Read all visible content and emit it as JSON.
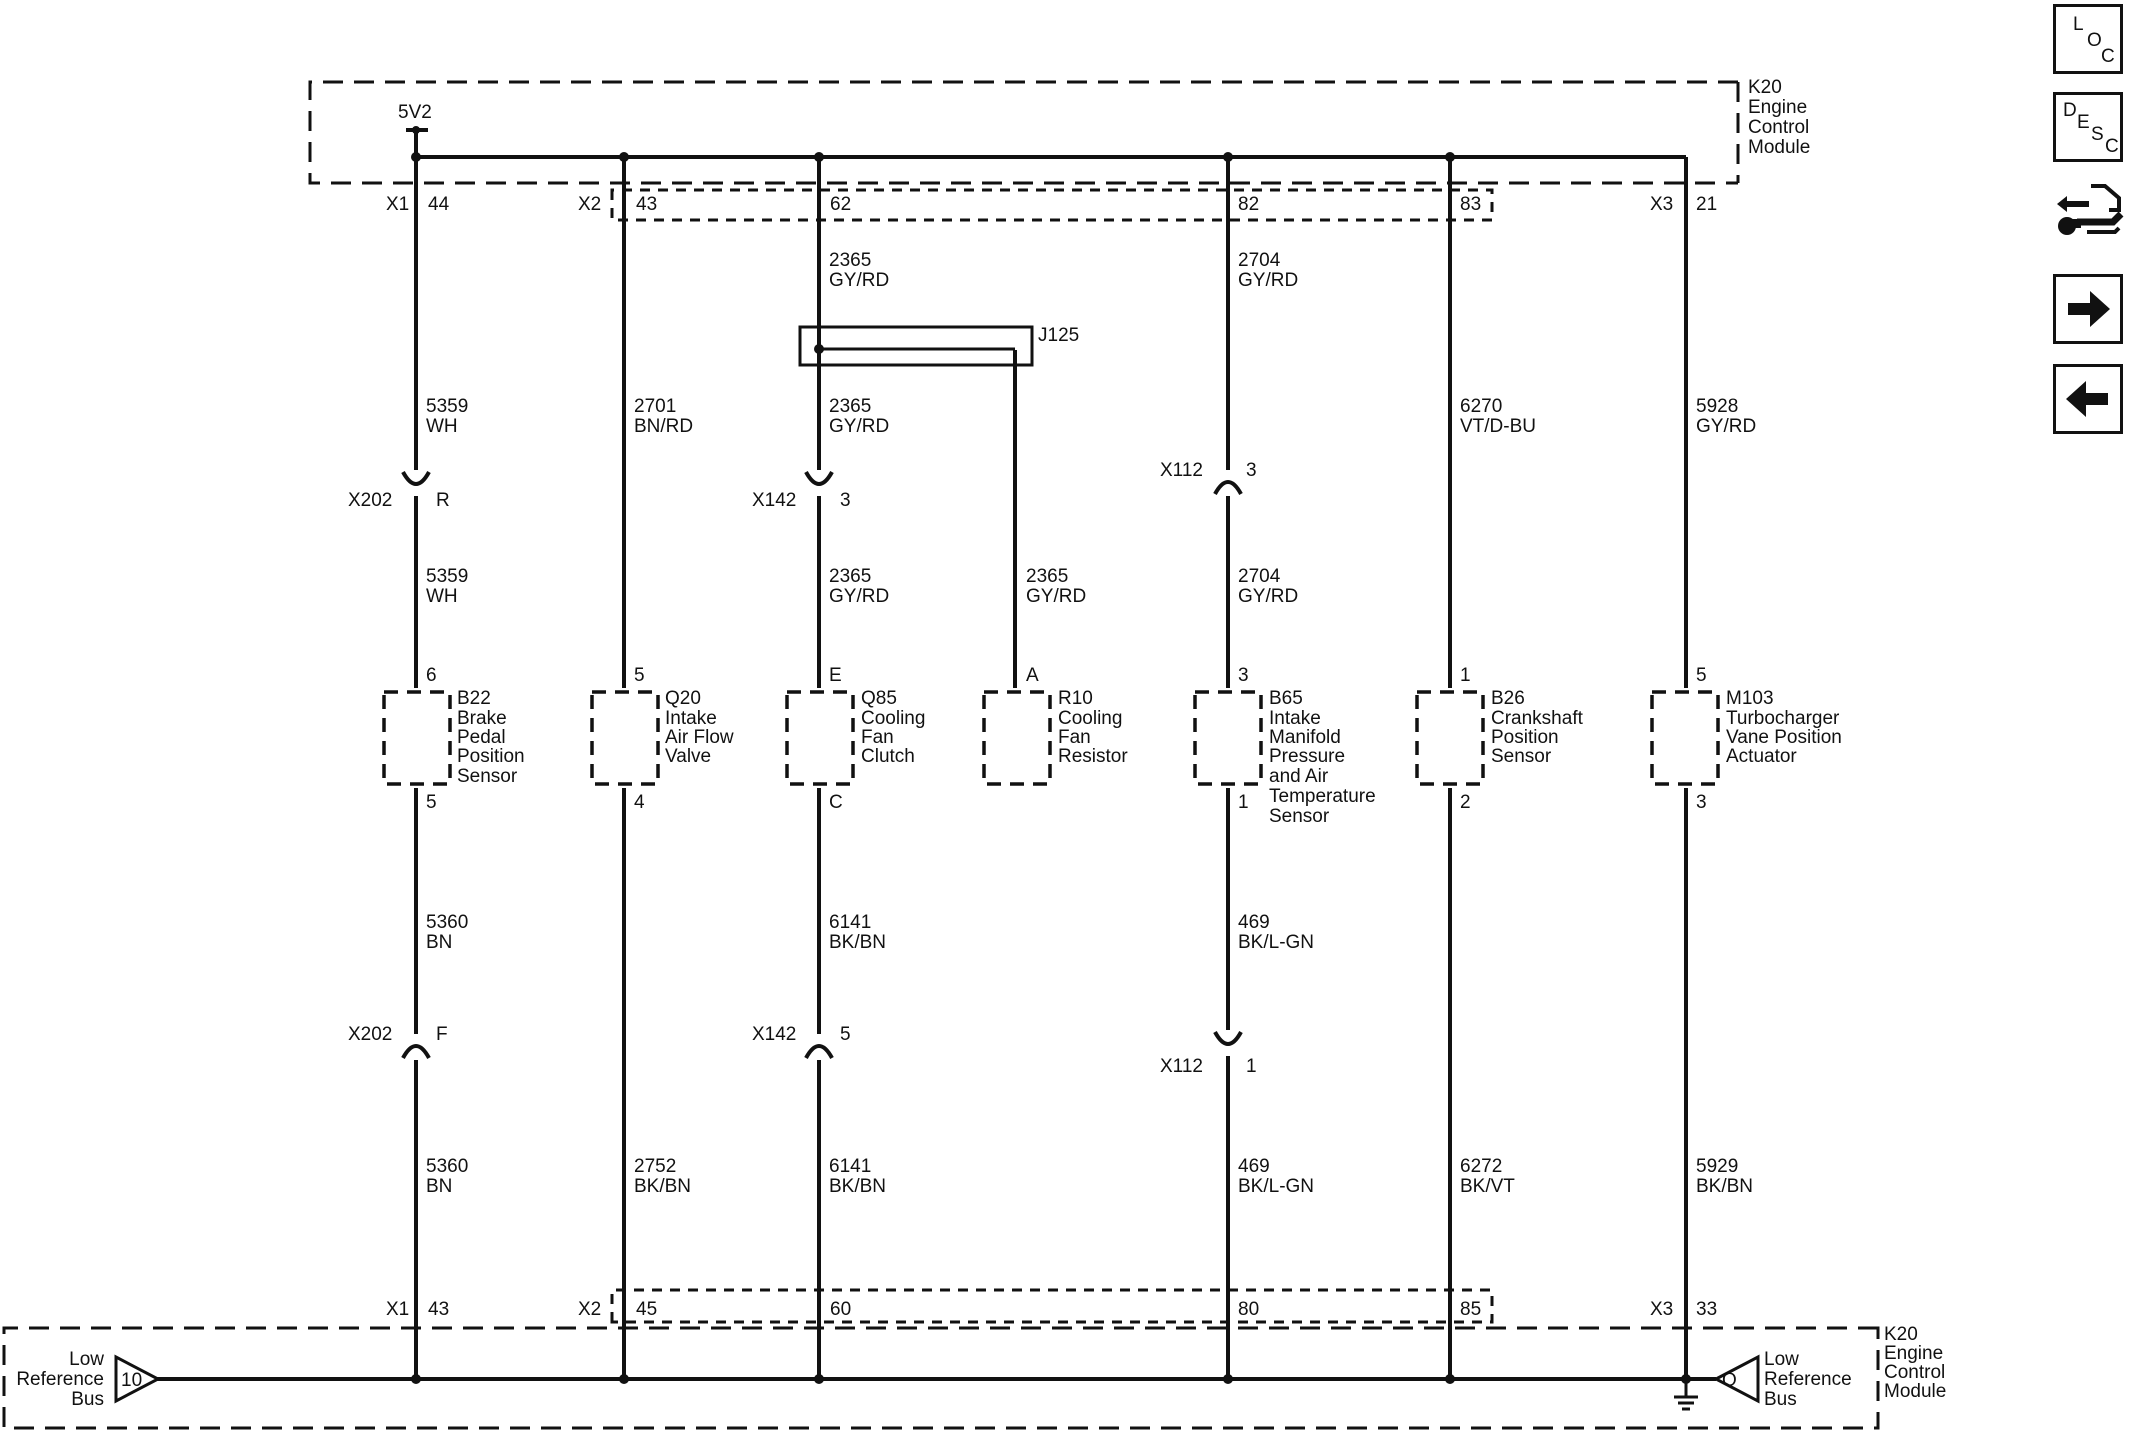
{
  "module": {
    "ref": "K20",
    "name_lines": [
      "Engine",
      "Control",
      "Module"
    ],
    "supply": "5V2",
    "top_connectors": [
      {
        "conn": "X1",
        "pin": "44"
      },
      {
        "conn": "X2",
        "pin": "43"
      },
      {
        "conn": "",
        "pin": "62"
      },
      {
        "conn": "",
        "pin": "82"
      },
      {
        "conn": "",
        "pin": "83"
      },
      {
        "conn": "X3",
        "pin": "21"
      }
    ],
    "bottom_connectors": [
      {
        "conn": "X1",
        "pin": "43"
      },
      {
        "conn": "X2",
        "pin": "45"
      },
      {
        "conn": "",
        "pin": "60"
      },
      {
        "conn": "",
        "pin": "80"
      },
      {
        "conn": "",
        "pin": "85"
      },
      {
        "conn": "X3",
        "pin": "33"
      }
    ],
    "low_ref_left": {
      "lines": [
        "Low",
        "Reference",
        "Bus"
      ],
      "pin": "10"
    },
    "low_ref_right": {
      "lines": [
        "Low",
        "Reference",
        "Bus"
      ],
      "pin": "O"
    }
  },
  "splice": {
    "ref": "J125"
  },
  "wires": [
    {
      "id": "w5359a",
      "circuit": "5359",
      "color": "WH"
    },
    {
      "id": "w5359b",
      "circuit": "5359",
      "color": "WH"
    },
    {
      "id": "w5360a",
      "circuit": "5360",
      "color": "BN"
    },
    {
      "id": "w5360b",
      "circuit": "5360",
      "color": "BN"
    },
    {
      "id": "w2701",
      "circuit": "2701",
      "color": "BN/RD"
    },
    {
      "id": "w2752",
      "circuit": "2752",
      "color": "BK/BN"
    },
    {
      "id": "w2365a",
      "circuit": "2365",
      "color": "GY/RD"
    },
    {
      "id": "w2365b",
      "circuit": "2365",
      "color": "GY/RD"
    },
    {
      "id": "w2365c",
      "circuit": "2365",
      "color": "GY/RD"
    },
    {
      "id": "w2365d",
      "circuit": "2365",
      "color": "GY/RD"
    },
    {
      "id": "w6141a",
      "circuit": "6141",
      "color": "BK/BN"
    },
    {
      "id": "w6141b",
      "circuit": "6141",
      "color": "BK/BN"
    },
    {
      "id": "w2704a",
      "circuit": "2704",
      "color": "GY/RD"
    },
    {
      "id": "w2704b",
      "circuit": "2704",
      "color": "GY/RD"
    },
    {
      "id": "w469a",
      "circuit": "469",
      "color": "BK/L-GN"
    },
    {
      "id": "w469b",
      "circuit": "469",
      "color": "BK/L-GN"
    },
    {
      "id": "w6270",
      "circuit": "6270",
      "color": "VT/D-BU"
    },
    {
      "id": "w6272",
      "circuit": "6272",
      "color": "BK/VT"
    },
    {
      "id": "w5928",
      "circuit": "5928",
      "color": "GY/RD"
    },
    {
      "id": "w5929",
      "circuit": "5929",
      "color": "BK/BN"
    }
  ],
  "inline_connectors": [
    {
      "ref": "X202",
      "pin": "R"
    },
    {
      "ref": "X202",
      "pin": "F"
    },
    {
      "ref": "X142",
      "pin": "3"
    },
    {
      "ref": "X142",
      "pin": "5"
    },
    {
      "ref": "X112",
      "pin": "3"
    },
    {
      "ref": "X112",
      "pin": "1"
    }
  ],
  "components": [
    {
      "ref": "B22",
      "name_lines": [
        "Brake",
        "Pedal",
        "Position",
        "Sensor"
      ],
      "pin_top": "6",
      "pin_bottom": "5"
    },
    {
      "ref": "Q20",
      "name_lines": [
        "Intake",
        "Air Flow",
        "Valve"
      ],
      "pin_top": "5",
      "pin_bottom": "4"
    },
    {
      "ref": "Q85",
      "name_lines": [
        "Cooling",
        "Fan",
        "Clutch"
      ],
      "pin_top": "E",
      "pin_bottom": "C"
    },
    {
      "ref": "R10",
      "name_lines": [
        "Cooling",
        "Fan",
        "Resistor"
      ],
      "pin_top": "A",
      "pin_bottom": ""
    },
    {
      "ref": "B65",
      "name_lines": [
        "Intake",
        "Manifold",
        "Pressure",
        "and Air",
        "Temperature",
        "Sensor"
      ],
      "pin_top": "3",
      "pin_bottom": "1"
    },
    {
      "ref": "B26",
      "name_lines": [
        "Crankshaft",
        "Position",
        "Sensor"
      ],
      "pin_top": "1",
      "pin_bottom": "2"
    },
    {
      "ref": "M103",
      "name_lines": [
        "Turbocharger",
        "Vane Position",
        "Actuator"
      ],
      "pin_top": "5",
      "pin_bottom": "3"
    }
  ],
  "nav": {
    "loc": {
      "l": "L",
      "o": "O",
      "c": "C"
    },
    "desc": {
      "d": "D",
      "e": "E",
      "s": "S",
      "c": "C"
    },
    "buttons": [
      {
        "name": "loc-button",
        "icon": "location-icon"
      },
      {
        "name": "desc-button",
        "icon": "description-icon"
      },
      {
        "name": "connector-button",
        "icon": "connector-repair-icon"
      },
      {
        "name": "next-button",
        "icon": "arrow-right-icon"
      },
      {
        "name": "previous-button",
        "icon": "arrow-left-icon"
      }
    ]
  }
}
